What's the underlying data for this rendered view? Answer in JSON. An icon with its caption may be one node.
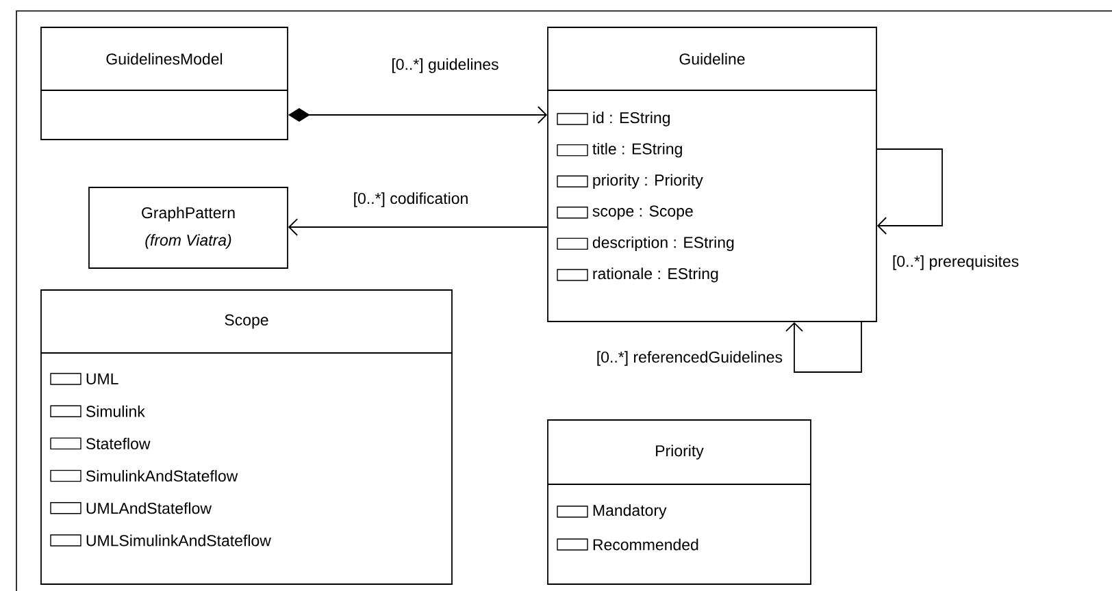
{
  "diagram": {
    "nodes": [
      {
        "text": [
          "GuidelinesModel"
        ]
      },
      {
        "text": [
          "Guideline",
          "id : EString",
          "title : EString",
          "priority : Priority",
          "scope : Scope",
          "description : EString",
          "rationale : EString"
        ]
      },
      {
        "text": [
          "GraphPattern",
          "(from Viatra)"
        ]
      },
      {
        "text": [
          "Scope",
          "UML",
          "Simulink",
          "Stateflow",
          "SimulinkAndStateflow",
          "UMLAndStateflow",
          "UMLSimulinkAndStateflow"
        ]
      },
      {
        "text": [
          "Priority",
          "Mandatory",
          "Recommended"
        ]
      }
    ],
    "edges": [
      {
        "from": 0,
        "to": 1,
        "arrow": "to",
        "label": "[0..*] guidelines"
      },
      {
        "from": 1,
        "to": 2,
        "arrow": "to",
        "label": "[0..*] codification"
      },
      {
        "from": 1,
        "to": 1,
        "arrow": "to",
        "label": "[0..*] prerequisites"
      },
      {
        "from": 1,
        "to": 1,
        "arrow": "to",
        "label": "[0..*] referencedGuidelines"
      }
    ]
  }
}
